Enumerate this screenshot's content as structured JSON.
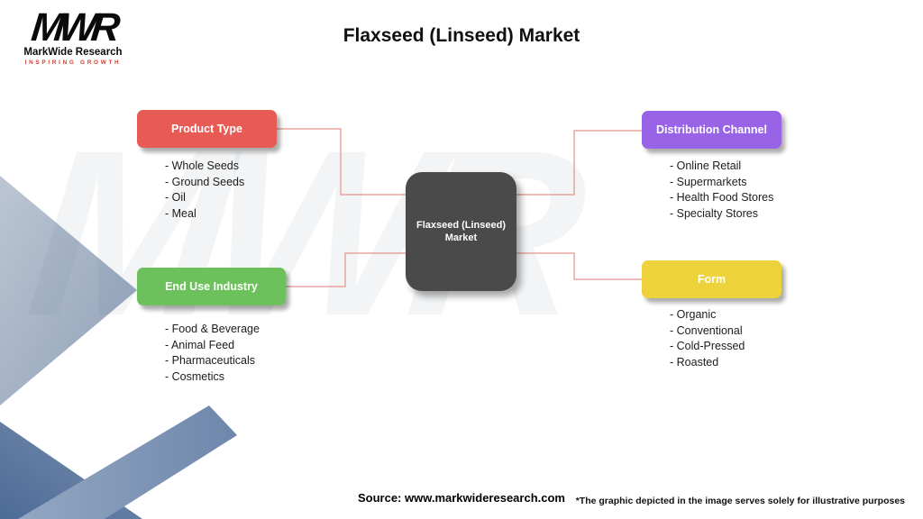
{
  "page_title": "Flaxseed (Linseed) Market",
  "logo": {
    "monogram": "MWR",
    "brand": "MarkWide Research",
    "tagline": "Inspiring Growth"
  },
  "watermark": "MWR",
  "center_node": {
    "label": "Flaxseed (Linseed)\nMarket"
  },
  "categories": [
    {
      "key": "product-type",
      "label": "Product Type",
      "color": "#E85B55",
      "items": [
        "- Whole Seeds",
        "- Ground Seeds",
        "- Oil",
        "- Meal"
      ]
    },
    {
      "key": "distribution-channel",
      "label": "Distribution Channel",
      "color": "#9863E6",
      "items": [
        "- Online Retail",
        "- Supermarkets",
        "- Health Food Stores",
        "- Specialty Stores"
      ]
    },
    {
      "key": "end-use-industry",
      "label": "End Use Industry",
      "color": "#6DC15C",
      "items": [
        "- Food & Beverage",
        "- Animal Feed",
        "- Pharmaceuticals",
        "- Cosmetics"
      ]
    },
    {
      "key": "form",
      "label": "Form",
      "color": "#EDD23B",
      "items": [
        "- Organic",
        "- Conventional",
        "- Cold-Pressed",
        "- Roasted"
      ]
    }
  ],
  "colors": {
    "center_node": "#4A4A4A",
    "connector": "#E2938A",
    "tagline_red": "#D63A2F"
  },
  "footer": {
    "source": "Source: www.markwideresearch.com",
    "disclaimer": "*The graphic depicted in the image serves solely for illustrative purposes"
  }
}
